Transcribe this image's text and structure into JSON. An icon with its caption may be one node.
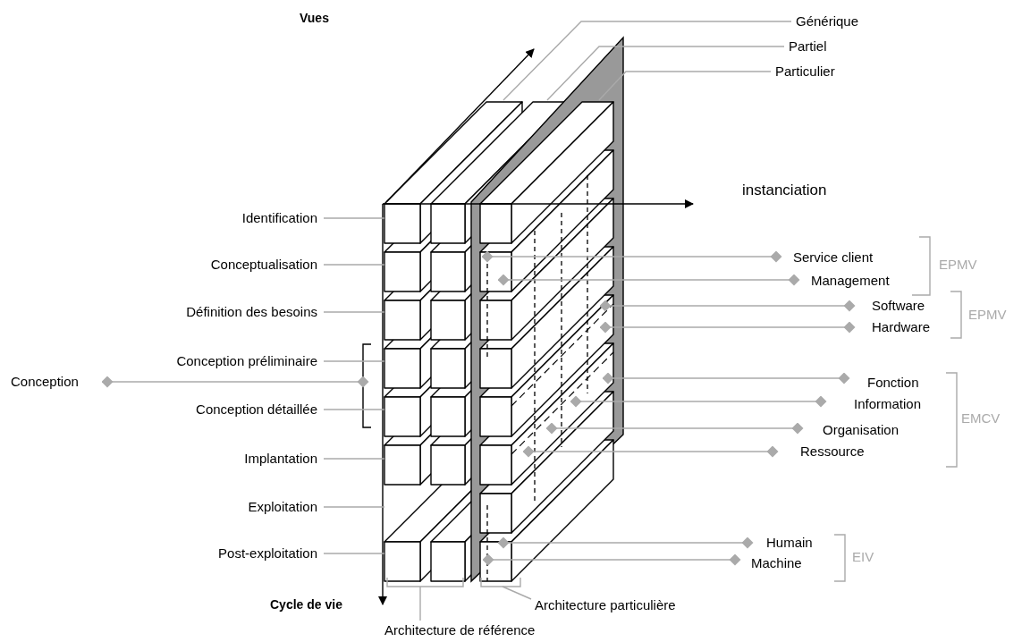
{
  "diagram": {
    "nodes": [
      {
        "text": [
          "Identification"
        ]
      },
      {
        "text": [
          "Conceptualisation"
        ]
      },
      {
        "text": [
          "Définition des besoins"
        ]
      },
      {
        "text": [
          "Conception préliminaire"
        ]
      },
      {
        "text": [
          "Conception"
        ]
      },
      {
        "text": [
          "Conception détaillée"
        ]
      },
      {
        "text": [
          "Implantation"
        ]
      },
      {
        "text": [
          "Exploitation"
        ]
      },
      {
        "text": [
          "Post-exploitation"
        ]
      },
      {
        "text": [
          "Générique"
        ]
      },
      {
        "text": [
          "Partiel"
        ]
      },
      {
        "text": [
          "Particulier"
        ]
      },
      {
        "text": [
          "Service client"
        ]
      },
      {
        "text": [
          "Management"
        ]
      },
      {
        "text": [
          "Software"
        ]
      },
      {
        "text": [
          "Hardware"
        ]
      },
      {
        "text": [
          "Fonction"
        ]
      },
      {
        "text": [
          "Information"
        ]
      },
      {
        "text": [
          "Organisation"
        ]
      },
      {
        "text": [
          "Ressource"
        ]
      },
      {
        "text": [
          "Humain"
        ]
      },
      {
        "text": [
          "Machine"
        ]
      },
      {
        "text": [
          "Architecture particulière"
        ]
      },
      {
        "text": [
          "Architecture de référence"
        ]
      }
    ],
    "edges": [
      {
        "from": 0,
        "to": null,
        "arrow": "none"
      },
      {
        "from": 1,
        "to": null,
        "arrow": "none"
      },
      {
        "from": 2,
        "to": null,
        "arrow": "none"
      },
      {
        "from": 3,
        "to": null,
        "arrow": "none"
      },
      {
        "from": 4,
        "to": null,
        "arrow": "other"
      },
      {
        "from": 5,
        "to": null,
        "arrow": "none"
      },
      {
        "from": 6,
        "to": null,
        "arrow": "none"
      },
      {
        "from": 7,
        "to": null,
        "arrow": "none"
      },
      {
        "from": 8,
        "to": null,
        "arrow": "none"
      },
      {
        "from": 9,
        "to": null,
        "arrow": "none"
      },
      {
        "from": 10,
        "to": null,
        "arrow": "none"
      },
      {
        "from": 11,
        "to": null,
        "arrow": "none"
      },
      {
        "from": 12,
        "to": null,
        "arrow": "other"
      },
      {
        "from": 13,
        "to": null,
        "arrow": "other"
      },
      {
        "from": 14,
        "to": null,
        "arrow": "other"
      },
      {
        "from": 15,
        "to": null,
        "arrow": "other"
      },
      {
        "from": 16,
        "to": null,
        "arrow": "other"
      },
      {
        "from": 17,
        "to": null,
        "arrow": "other"
      },
      {
        "from": 18,
        "to": null,
        "arrow": "other"
      },
      {
        "from": 19,
        "to": null,
        "arrow": "other"
      },
      {
        "from": 20,
        "to": null,
        "arrow": "other"
      },
      {
        "from": 21,
        "to": null,
        "arrow": "other"
      },
      {
        "from": 22,
        "to": null,
        "arrow": "none"
      },
      {
        "from": 23,
        "to": null,
        "arrow": "none"
      }
    ],
    "labels": [
      "Vues",
      "instanciation",
      "EPMV",
      "EPMV",
      "EMCV",
      "EIV",
      "Cycle de vie"
    ]
  }
}
